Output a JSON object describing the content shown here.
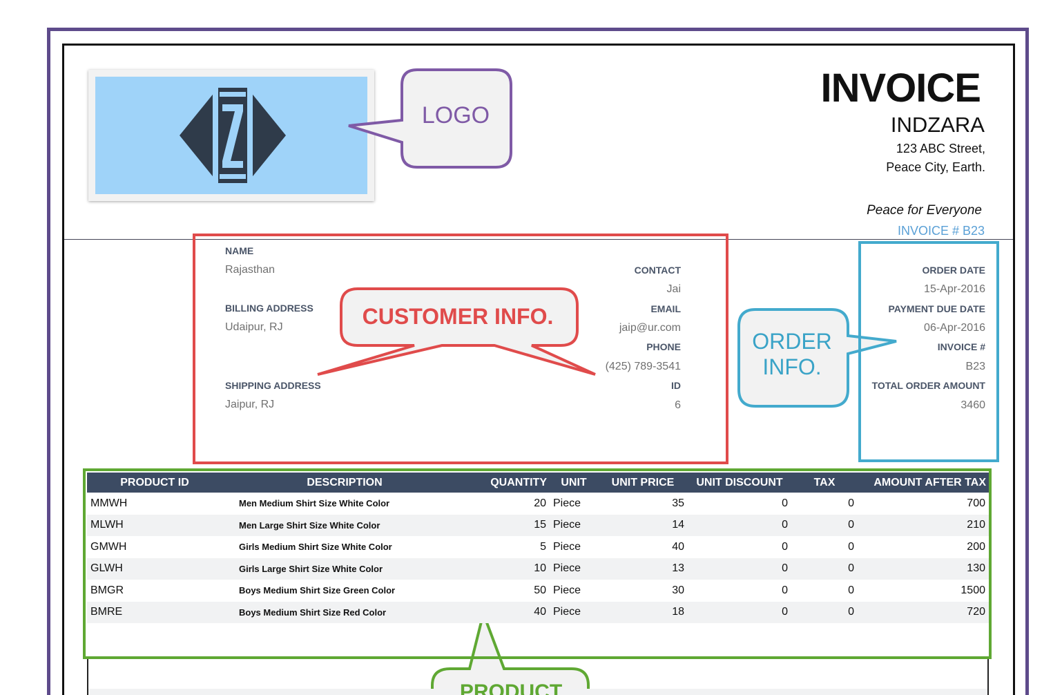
{
  "header": {
    "title": "INVOICE",
    "company": "INDZARA",
    "address_line1": "123 ABC Street,",
    "address_line2": "Peace City, Earth.",
    "tagline": "Peace for Everyone",
    "invoice_number_label": "INVOICE # B23"
  },
  "callouts": {
    "logo": "LOGO",
    "customer": "CUSTOMER INFO.",
    "order_line1": "ORDER",
    "order_line2": "INFO.",
    "product": "PRODUCT"
  },
  "customer": {
    "name_label": "NAME",
    "name_value": "Rajasthan",
    "billing_label": "BILLING ADDRESS",
    "billing_value": "Udaipur, RJ",
    "shipping_label": "SHIPPING ADDRESS",
    "shipping_value": "Jaipur, RJ",
    "contact_label": "CONTACT",
    "contact_value": "Jai",
    "email_label": "EMAIL",
    "email_value": "jaip@ur.com",
    "phone_label": "PHONE",
    "phone_value": "(425) 789-3541",
    "id_label": "ID",
    "id_value": "6"
  },
  "order": {
    "order_date_label": "ORDER DATE",
    "order_date_value": "15-Apr-2016",
    "due_date_label": "PAYMENT DUE DATE",
    "due_date_value": "06-Apr-2016",
    "invoice_label": "INVOICE #",
    "invoice_value": "B23",
    "total_label": "TOTAL ORDER AMOUNT",
    "total_value": "3460"
  },
  "table": {
    "columns": [
      "PRODUCT ID",
      "DESCRIPTION",
      "QUANTITY",
      "UNIT",
      "UNIT PRICE",
      "UNIT DISCOUNT",
      "TAX",
      "AMOUNT AFTER TAX"
    ],
    "rows": [
      {
        "id": "MMWH",
        "desc": "Men Medium Shirt Size White Color",
        "qty": "20",
        "unit": "Piece",
        "price": "35",
        "discount": "0",
        "tax": "0",
        "amount": "700"
      },
      {
        "id": "MLWH",
        "desc": "Men Large Shirt Size White Color",
        "qty": "15",
        "unit": "Piece",
        "price": "14",
        "discount": "0",
        "tax": "0",
        "amount": "210"
      },
      {
        "id": "GMWH",
        "desc": "Girls Medium Shirt Size White Color",
        "qty": "5",
        "unit": "Piece",
        "price": "40",
        "discount": "0",
        "tax": "0",
        "amount": "200"
      },
      {
        "id": "GLWH",
        "desc": "Girls Large Shirt Size White Color",
        "qty": "10",
        "unit": "Piece",
        "price": "13",
        "discount": "0",
        "tax": "0",
        "amount": "130"
      },
      {
        "id": "BMGR",
        "desc": "Boys Medium Shirt Size Green Color",
        "qty": "50",
        "unit": "Piece",
        "price": "30",
        "discount": "0",
        "tax": "0",
        "amount": "1500"
      },
      {
        "id": "BMRE",
        "desc": "Boys Medium Shirt Size Red Color",
        "qty": "40",
        "unit": "Piece",
        "price": "18",
        "discount": "0",
        "tax": "0",
        "amount": "720"
      }
    ]
  },
  "colors": {
    "frame": "#5e4b8b",
    "logo_background": "#9fd3f9",
    "customer_callout": "#e04b4b",
    "order_callout": "#43aacd",
    "product_callout": "#5fa833",
    "table_header": "#3c4b63"
  }
}
